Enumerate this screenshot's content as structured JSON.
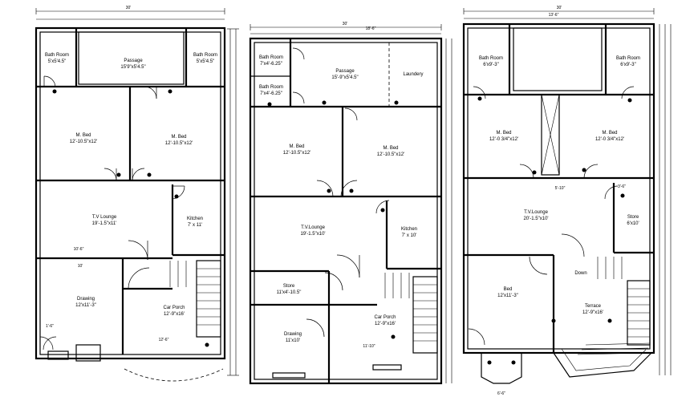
{
  "plans": [
    {
      "rooms": {
        "bath_left": {
          "name": "Bath Room",
          "size": "5'x5'4.5\""
        },
        "passage": {
          "name": "Passage",
          "size": "15'9\"x5'4.5\""
        },
        "bath_right": {
          "name": "Bath Room",
          "size": "5'x5'4.5\""
        },
        "bed_left": {
          "name": "M. Bed",
          "size": "12'-10.5\"x12'"
        },
        "bed_right": {
          "name": "M. Bed",
          "size": "12'-10.5\"x12'"
        },
        "lounge": {
          "name": "T.V Lounge",
          "size": "19'-1.5\"x11'"
        },
        "kitchen": {
          "name": "Kitchen",
          "size": "7' x 11'"
        },
        "drawing": {
          "name": "Drawing",
          "size": "12'x11'-3\""
        },
        "porch": {
          "name": "Car Porch",
          "size": "12'-9\"x16'"
        }
      },
      "dims": {
        "top": "30'",
        "d1": "10'-6\"",
        "d2": "12'-6\"",
        "d3": "1'-6\"",
        "d4": "10'"
      }
    },
    {
      "rooms": {
        "bath1": {
          "name": "Bath Room",
          "size": "7'x4'-6.25\""
        },
        "bath2": {
          "name": "Bath Room",
          "size": "7'x4'-6.25\""
        },
        "passage": {
          "name": "Passage",
          "size": "15'-9\"x5'4.5\""
        },
        "laundry": {
          "name": "Laundery"
        },
        "bed_left": {
          "name": "M. Bed",
          "size": "12'-10.5\"x12'"
        },
        "bed_right": {
          "name": "M. Bed",
          "size": "12'-10.5\"x12'"
        },
        "lounge": {
          "name": "T.V.Lounge",
          "size": "19'-1.5\"x10'"
        },
        "kitchen": {
          "name": "Kitchen",
          "size": "7' x 10'"
        },
        "store": {
          "name": "Store",
          "size": "11'x4'-10.5\""
        },
        "drawing": {
          "name": "Drawing",
          "size": "11'x10'"
        },
        "porch": {
          "name": "Car Porch",
          "size": "12'-9\"x16'"
        }
      },
      "dims": {
        "top": "30'",
        "d1": "18'-6\"",
        "d2": "11'-10\""
      }
    },
    {
      "rooms": {
        "bath_left": {
          "name": "Bath Room",
          "size": "6'x9'-3\""
        },
        "bath_right": {
          "name": "Bath Room",
          "size": "6'x9'-3\""
        },
        "bed_left": {
          "name": "M. Bed",
          "size": "12'-0 3/4\"x12'"
        },
        "bed_right": {
          "name": "M. Bed",
          "size": "12'-0 3/4\"x12'"
        },
        "lounge": {
          "name": "T.V.Lounge",
          "size": "20'-1.5\"x10'"
        },
        "store": {
          "name": "Store",
          "size": "6'x10'"
        },
        "bed_lower": {
          "name": "Bed",
          "size": "12'x11'-3\""
        },
        "terrace": {
          "name": "Terrace",
          "size": "12'-9\"x16'"
        },
        "down": {
          "name": "Down"
        }
      },
      "dims": {
        "top": "30'",
        "d1": "13'-6\"",
        "d2": "5'-10\"",
        "d3": "3'-6\"",
        "d4": "6'-6\""
      }
    }
  ]
}
